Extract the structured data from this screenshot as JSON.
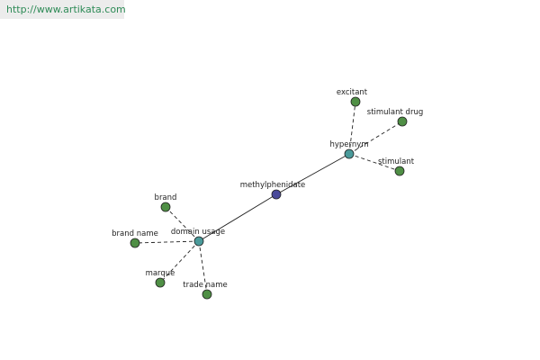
{
  "watermark": "http://www.artikata.com",
  "colors": {
    "center": "#4a4a9a",
    "hub": "#4a9a9a",
    "leaf": "#4f8f45"
  },
  "nodes": {
    "methylphenidate": "methylphenidate",
    "hypernym": "hypernym",
    "domain_usage": "domain usage",
    "excitant": "excitant",
    "stimulant_drug": "stimulant drug",
    "stimulant": "stimulant",
    "brand": "brand",
    "brand_name": "brand name",
    "marque": "marque",
    "trade_name": "trade name"
  }
}
